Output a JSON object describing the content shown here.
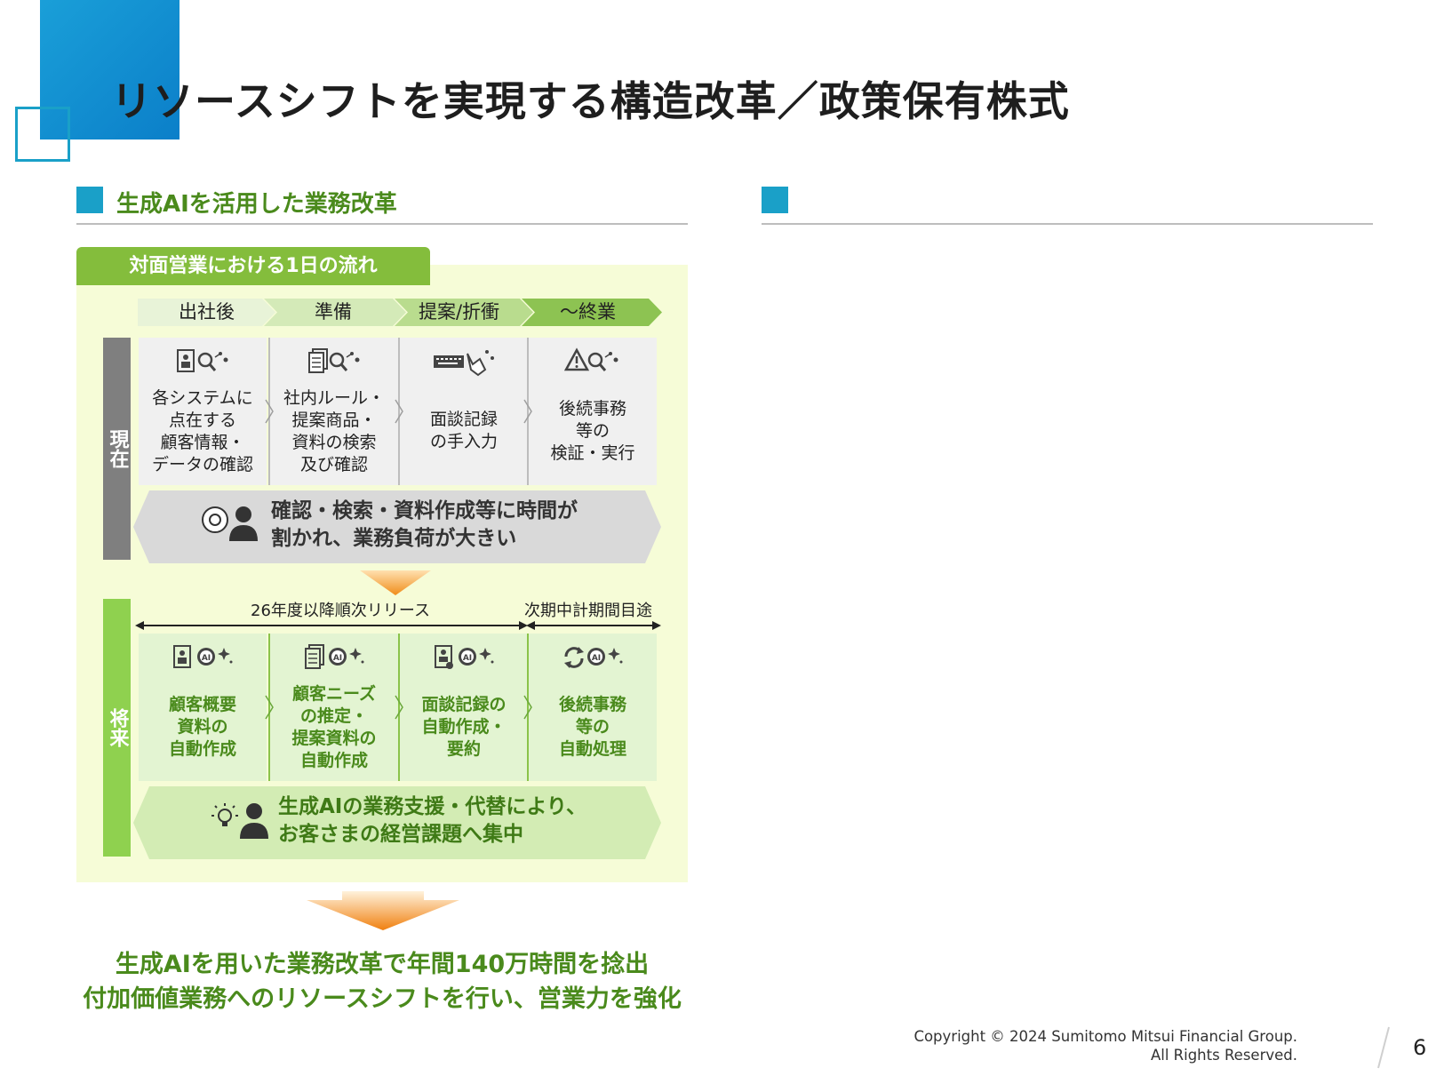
{
  "title": "リソースシフトを実現する構造改革／政策保有株式",
  "left_section": {
    "heading": "生成AIを活用した業務改革"
  },
  "panel": {
    "tag": "対面営業における1日の流れ",
    "stages": [
      "出社後",
      "準備",
      "提案/折衝",
      "～終業"
    ],
    "current": {
      "label": "現在",
      "cells": [
        "各システムに\n点在する\n顧客情報・\nデータの確認",
        "社内ルール・\n提案商品・\n資料の検索\n及び確認",
        "面談記録\nの手入力",
        "後続事務\n等の\n検証・実行"
      ],
      "banner": "確認・検索・資料作成等に時間が\n割かれ、業務負荷が大きい"
    },
    "future": {
      "label": "将来",
      "timeline_1": "26年度以降順次リリース",
      "timeline_2": "次期中計期間目途",
      "cells": [
        "顧客概要\n資料の\n自動作成",
        "顧客ニーズ\nの推定・\n提案資料の\n自動作成",
        "面談記録の\n自動作成・\n要約",
        "後続事務\n等の\n自動処理"
      ],
      "banner": "生成AIの業務支援・代替により、\nお客さまの経営課題へ集中"
    }
  },
  "conclusion": {
    "line1": "生成AIを用いた業務改革で年間140万時間を捻出",
    "line2": "付加価値業務へのリソースシフトを行い、営業力を強化"
  },
  "footer": {
    "copyright_1": "Copyright © 2024 Sumitomo Mitsui Financial Group.",
    "copyright_2": "All Rights Reserved.",
    "page": "6"
  },
  "colors": {
    "accent_blue": "#1aa0c8",
    "green": "#84bd3c",
    "dark_green": "#4a8a1c",
    "orange": "#f08c1a"
  }
}
